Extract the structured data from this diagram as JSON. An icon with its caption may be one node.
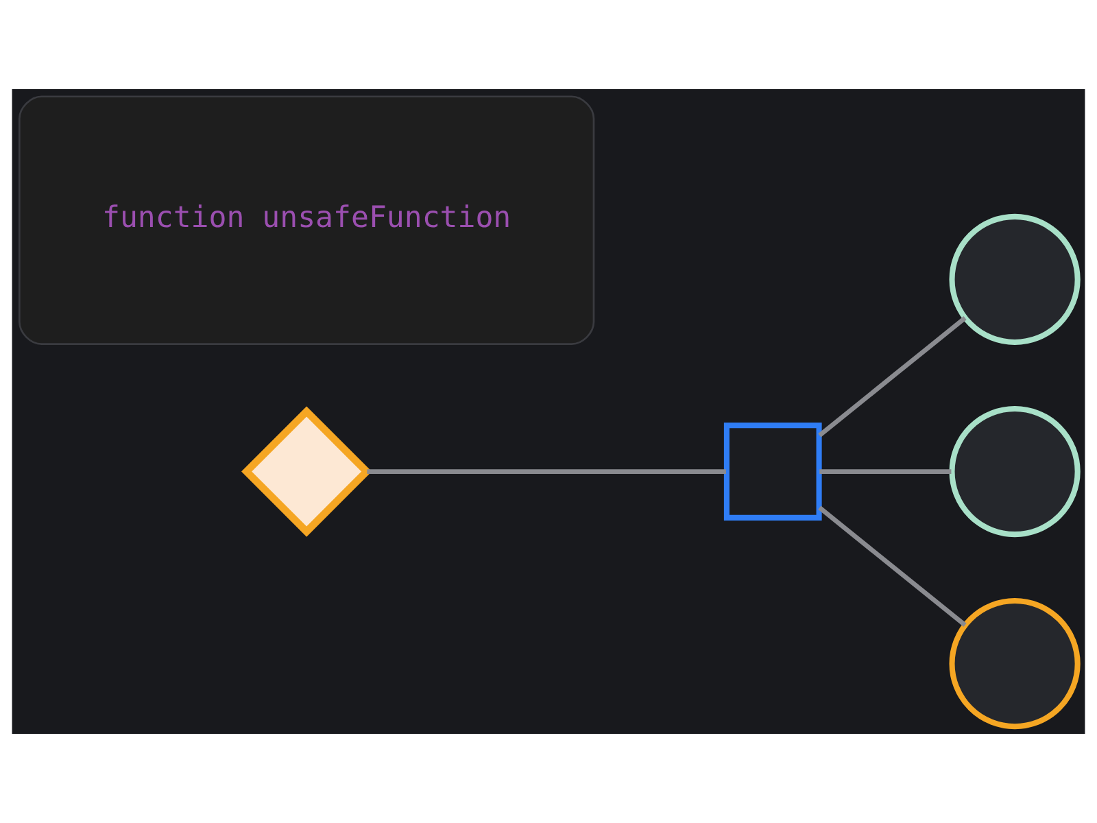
{
  "diagram": {
    "nodes": [
      {
        "text": [],
        "shape": "diamond"
      },
      {
        "text": [],
        "shape": "box"
      },
      {
        "text": [],
        "shape": "circle"
      },
      {
        "text": [],
        "shape": "circle"
      },
      {
        "text": [],
        "shape": "circle"
      },
      {
        "text": [
          "function unsafeFunction"
        ]
      }
    ],
    "edges": [
      {
        "from": 0,
        "to": 1,
        "arrow": "none"
      },
      {
        "from": 1,
        "to": 2,
        "arrow": "none"
      },
      {
        "from": 1,
        "to": 3,
        "arrow": "none"
      },
      {
        "from": 1,
        "to": 4,
        "arrow": "none"
      }
    ]
  }
}
